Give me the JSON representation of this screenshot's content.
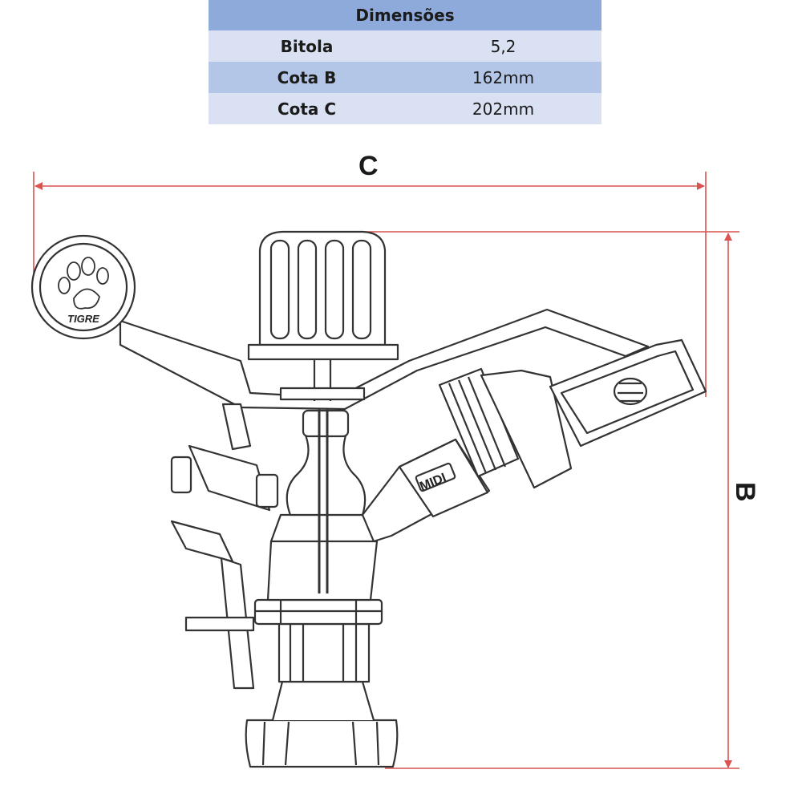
{
  "table": {
    "header": "Dimensões",
    "rows": [
      {
        "label": "Bitola",
        "value": "5,2"
      },
      {
        "label": "Cota B",
        "value": "162mm"
      },
      {
        "label": "Cota C",
        "value": "202mm"
      }
    ]
  },
  "dimensions": {
    "width_label": "C",
    "height_label": "B"
  },
  "part_labels": {
    "brand": "TIGRE",
    "model": "MIDI"
  },
  "colors": {
    "dimension_line": "#D9534F",
    "header_fill": "#8EAADB",
    "row_light": "#D9E1F2",
    "row_dark": "#B4C6E7",
    "outline": "#333333"
  }
}
